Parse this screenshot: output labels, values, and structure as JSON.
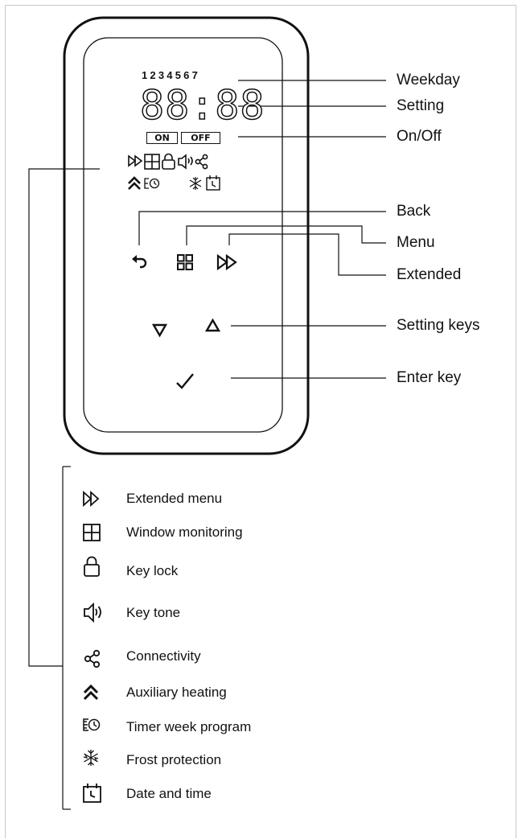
{
  "device": {
    "weekdays": "1234567",
    "display_value": "88:88",
    "on_label": "ON",
    "off_label": "OFF"
  },
  "callouts": {
    "weekday": "Weekday",
    "setting": "Setting",
    "onoff": "On/Off",
    "back": "Back",
    "menu": "Menu",
    "extended": "Extended",
    "setting_keys": "Setting keys",
    "enter_key": "Enter key"
  },
  "legend": [
    {
      "icon": "fast-forward-icon",
      "label": "Extended menu"
    },
    {
      "icon": "window-icon",
      "label": "Window monitoring"
    },
    {
      "icon": "lock-icon",
      "label": "Key lock"
    },
    {
      "icon": "speaker-icon",
      "label": "Key tone"
    },
    {
      "icon": "share-icon",
      "label": "Connectivity"
    },
    {
      "icon": "chevrons-up-icon",
      "label": "Auxiliary heating"
    },
    {
      "icon": "timer-week-icon",
      "label": "Timer week program"
    },
    {
      "icon": "snowflake-icon",
      "label": "Frost protection"
    },
    {
      "icon": "calendar-clock-icon",
      "label": "Date and time"
    }
  ]
}
